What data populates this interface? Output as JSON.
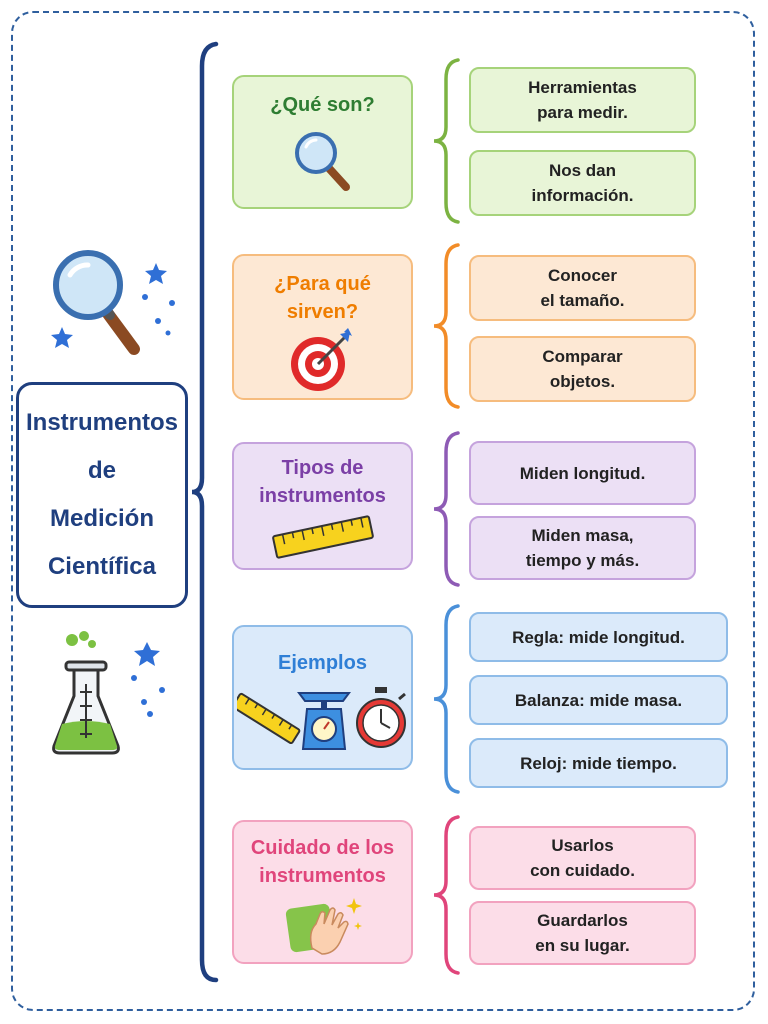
{
  "title": "Instrumentos\nde\nMedición\nCientífica",
  "colors": {
    "frame": "#2f5f9e",
    "title": "#1f3f7f",
    "green": "#7cb342",
    "orange": "#f28c28",
    "purple": "#8e5bb5",
    "blue": "#4a90d9",
    "pink": "#e0457b"
  },
  "sections": [
    {
      "label": "¿Qué son?",
      "icon": "magnifying-glass-icon",
      "items": [
        "Herramientas\npara medir.",
        "Nos dan\ninformación."
      ]
    },
    {
      "label": "¿Para qué\nsirven?",
      "icon": "target-icon",
      "items": [
        "Conocer\nel tamaño.",
        "Comparar\nobjetos."
      ]
    },
    {
      "label": "Tipos de\ninstrumentos",
      "icon": "ruler-icon",
      "items": [
        "Miden longitud.",
        "Miden masa,\ntiempo y más."
      ]
    },
    {
      "label": "Ejemplos",
      "icons": [
        "ruler-icon",
        "scale-icon",
        "stopwatch-icon"
      ],
      "items": [
        "Regla: mide longitud.",
        "Balanza: mide masa.",
        "Reloj: mide tiempo."
      ]
    },
    {
      "label": "Cuidado de los\ninstrumentos",
      "icon": "cleaning-cloth-icon",
      "items": [
        "Usarlos\ncon cuidado.",
        "Guardarlos\nen su lugar."
      ]
    }
  ],
  "decorations": [
    "magnifying-glass-icon",
    "star-icon",
    "flask-icon"
  ]
}
